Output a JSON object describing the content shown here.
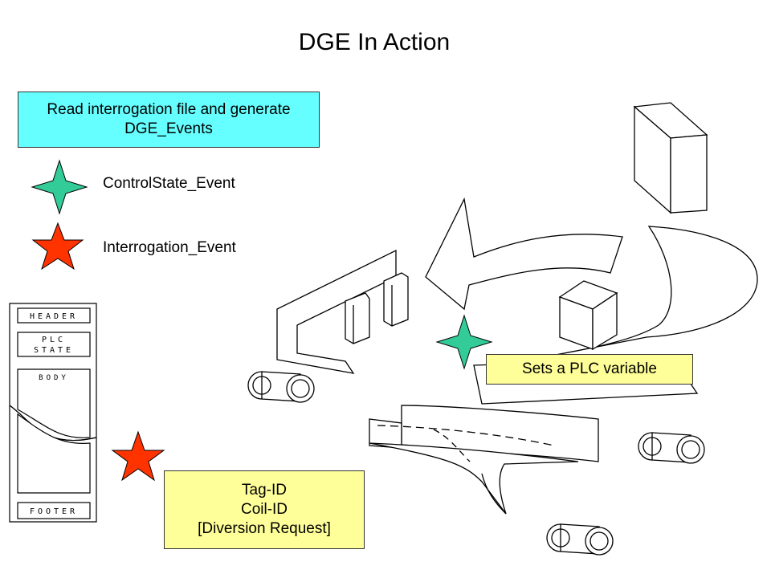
{
  "title": "DGE In Action",
  "read_box": {
    "text": "Read interrogation file and generate DGE_Events",
    "color": "#66ffff"
  },
  "legend": {
    "control_state_event": {
      "label": "ControlState_Event",
      "icon": "green-four-point-star-icon",
      "color": "#33cc99"
    },
    "interrogation_event": {
      "label": "Interrogation_Event",
      "icon": "red-five-point-star-icon",
      "color": "#ff3300"
    }
  },
  "plc_box": {
    "text": "Sets a PLC variable",
    "color": "#ffff99"
  },
  "tag_box": {
    "lines": [
      "Tag-ID",
      "Coil-ID",
      "[Diversion Request]"
    ],
    "color": "#ffff99"
  },
  "file_diagram": {
    "sections": [
      "HEADER",
      "PLC STATE",
      "BODY",
      "FOOTER"
    ]
  }
}
